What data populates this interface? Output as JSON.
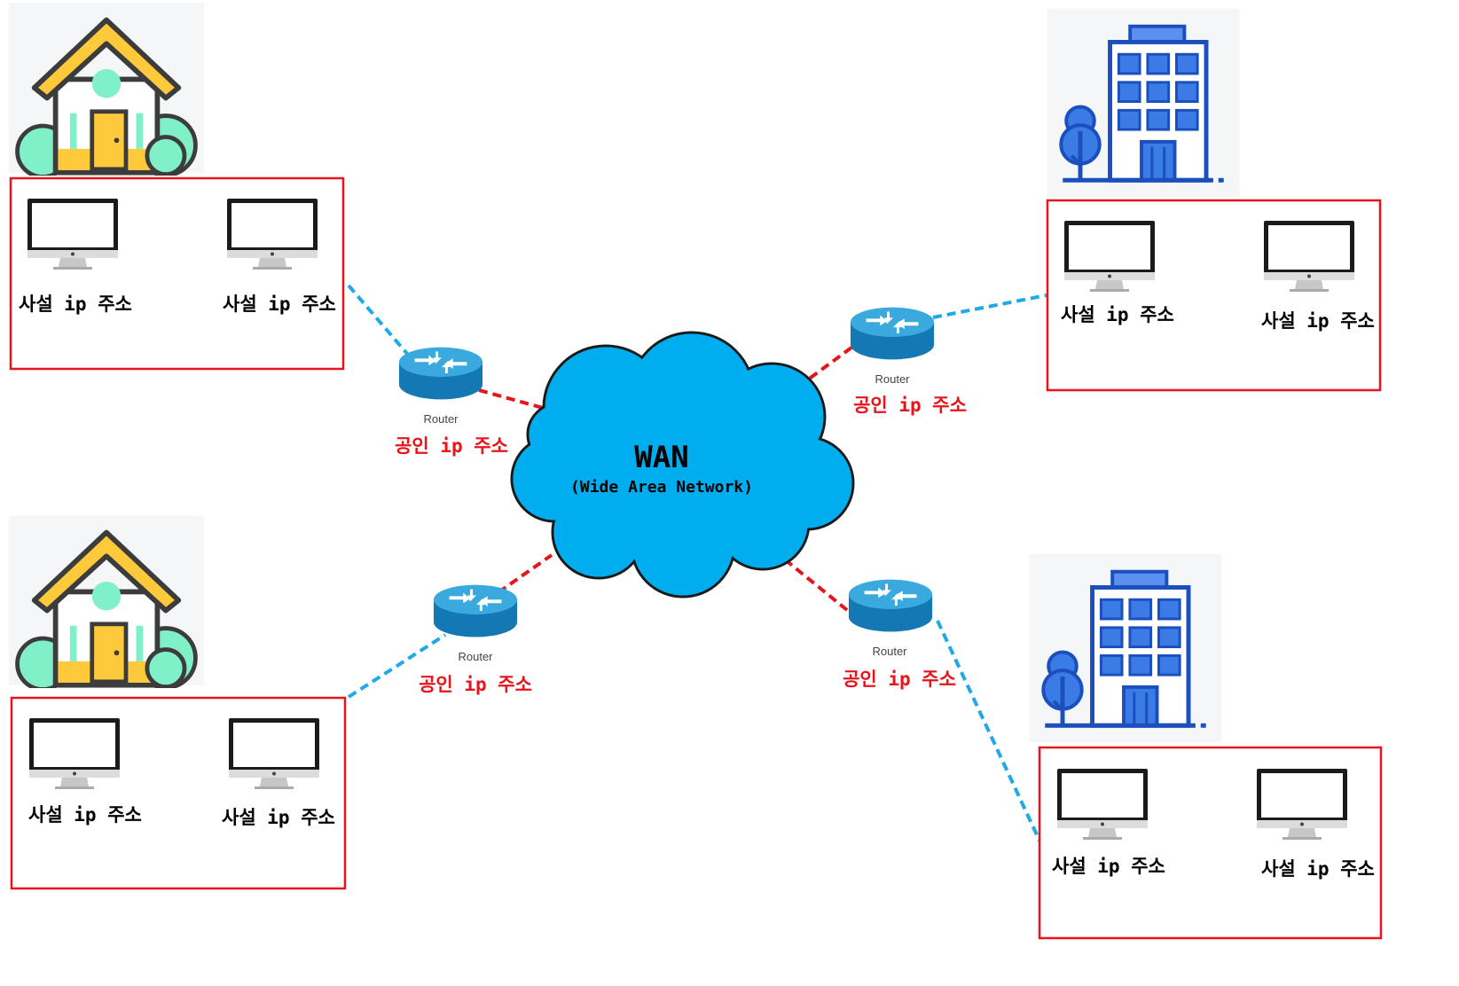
{
  "colors": {
    "lan_border": "#e8141b",
    "lan_link": "#20a9e6",
    "wan_link": "#e8141b",
    "public_label": "#e8141b",
    "cloud_fill": "#00aeef",
    "router_top": "#3aa9dd",
    "router_body": "#1478b4"
  },
  "icons": {
    "home": "house-icon",
    "office": "office-building-icon",
    "computer": "desktop-monitor-icon",
    "router": "router-icon",
    "wan": "cloud-icon"
  },
  "wan": {
    "title": "WAN",
    "subtitle": "(Wide Area Network)"
  },
  "sites": [
    {
      "type": "home",
      "pcs": [
        {
          "label": "사설 ip 주소"
        },
        {
          "label": "사설 ip 주소"
        }
      ],
      "router": {
        "name": "Router",
        "public_ip_label": "공인 ip 주소"
      }
    },
    {
      "type": "office",
      "pcs": [
        {
          "label": "사설 ip 주소"
        },
        {
          "label": "사설 ip 주소"
        }
      ],
      "router": {
        "name": "Router",
        "public_ip_label": "공인 ip 주소"
      }
    },
    {
      "type": "home",
      "pcs": [
        {
          "label": "사설 ip 주소"
        },
        {
          "label": "사설 ip 주소"
        }
      ],
      "router": {
        "name": "Router",
        "public_ip_label": "공인 ip 주소"
      }
    },
    {
      "type": "office",
      "pcs": [
        {
          "label": "사설 ip 주소"
        },
        {
          "label": "사설 ip 주소"
        }
      ],
      "router": {
        "name": "Router",
        "public_ip_label": "공인 ip 주소"
      }
    }
  ]
}
